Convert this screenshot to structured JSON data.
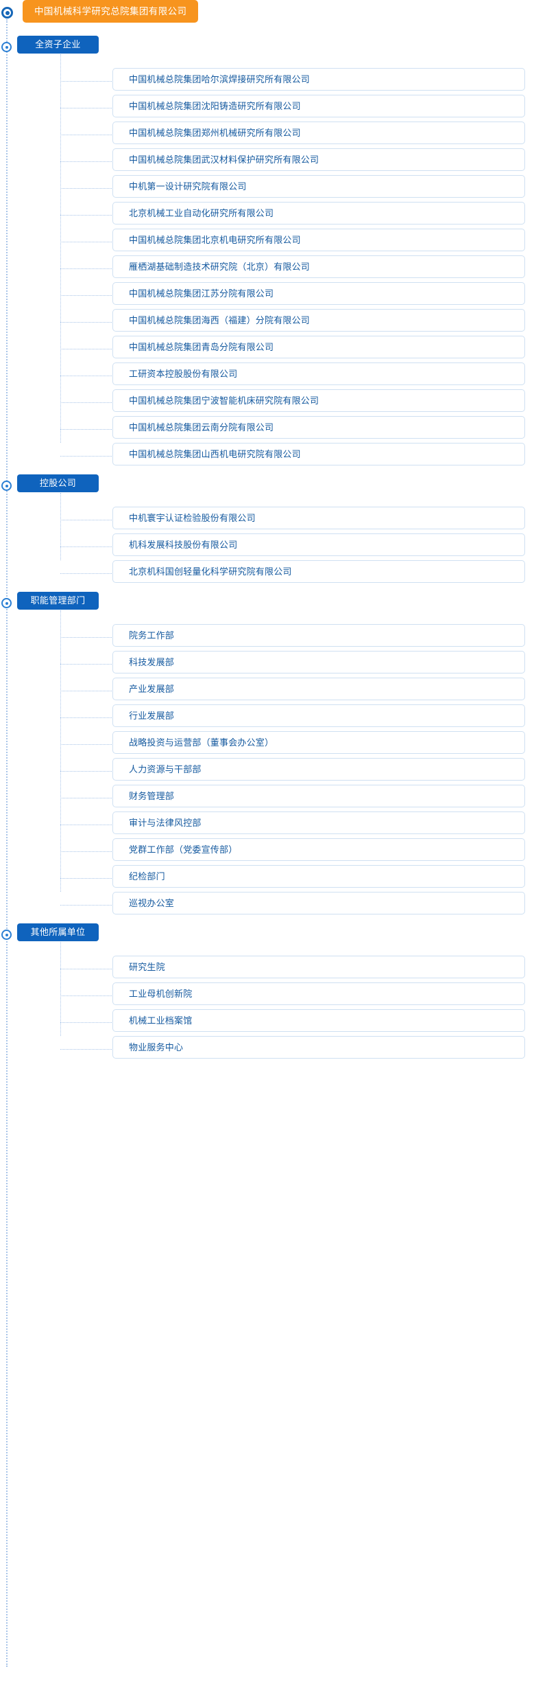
{
  "colors": {
    "root_pill_bg": "#f7941e",
    "group_pill_bg": "#0f63bd",
    "item_text": "#14599f",
    "item_border": "#cfe0f2",
    "connector": "#a8c4e8",
    "page_bg": "#ffffff"
  },
  "root": {
    "label": "中国机械科学研究总院集团有限公司",
    "bullet_icon": "target-bullet-icon"
  },
  "groups": [
    {
      "label": "全资子企业",
      "bullet_icon": "target-bullet-icon",
      "items": [
        "中国机械总院集团哈尔滨焊接研究所有限公司",
        "中国机械总院集团沈阳铸造研究所有限公司",
        "中国机械总院集团郑州机械研究所有限公司",
        "中国机械总院集团武汉材料保护研究所有限公司",
        "中机第一设计研究院有限公司",
        "北京机械工业自动化研究所有限公司",
        "中国机械总院集团北京机电研究所有限公司",
        "雁栖湖基础制造技术研究院（北京）有限公司",
        "中国机械总院集团江苏分院有限公司",
        "中国机械总院集团海西（福建）分院有限公司",
        "中国机械总院集团青岛分院有限公司",
        "工研资本控股股份有限公司",
        "中国机械总院集团宁波智能机床研究院有限公司",
        "中国机械总院集团云南分院有限公司",
        "中国机械总院集团山西机电研究院有限公司"
      ]
    },
    {
      "label": "控股公司",
      "bullet_icon": "target-bullet-icon",
      "items": [
        "中机寰宇认证检验股份有限公司",
        "机科发展科技股份有限公司",
        "北京机科国创轻量化科学研究院有限公司"
      ]
    },
    {
      "label": "职能管理部门",
      "bullet_icon": "target-bullet-icon",
      "items": [
        "院务工作部",
        "科技发展部",
        "产业发展部",
        "行业发展部",
        "战略投资与运营部（董事会办公室）",
        "人力资源与干部部",
        "财务管理部",
        "审计与法律风控部",
        "党群工作部（党委宣传部）",
        "纪检部门",
        "巡视办公室"
      ]
    },
    {
      "label": "其他所属单位",
      "bullet_icon": "target-bullet-icon",
      "items": [
        "研究生院",
        "工业母机创新院",
        "机械工业档案馆",
        "物业服务中心"
      ]
    }
  ]
}
